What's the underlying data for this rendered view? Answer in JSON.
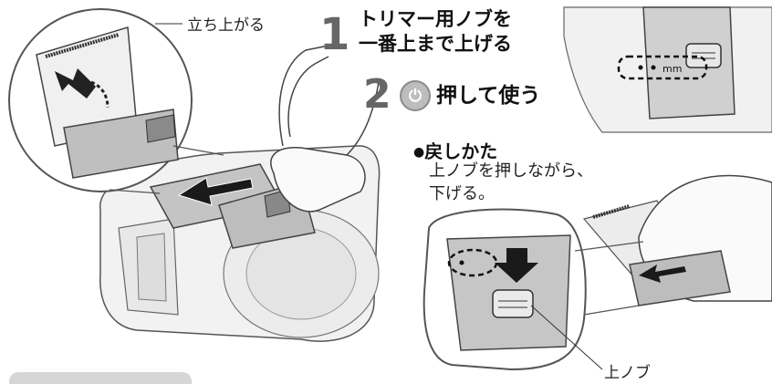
{
  "callouts": {
    "top_left": "立ち上がる",
    "bottom_right": "上ノブ"
  },
  "step1": {
    "number": "1",
    "lines": [
      "トリマー用ノブを",
      "一番上まで上げる"
    ]
  },
  "step2": {
    "number": "2",
    "icon": "power-icon",
    "text": "押して使う"
  },
  "return_section": {
    "bullet": "●",
    "title": "戻しかた",
    "lines": [
      "上ノブを押しながら、",
      "下げる。"
    ]
  },
  "colors": {
    "outline": "#555555",
    "device_fill": "#f4f4f4",
    "panel_fill": "#c9c9c9",
    "arrow": "#1a1a1a",
    "tab": "#d6d6d6"
  }
}
